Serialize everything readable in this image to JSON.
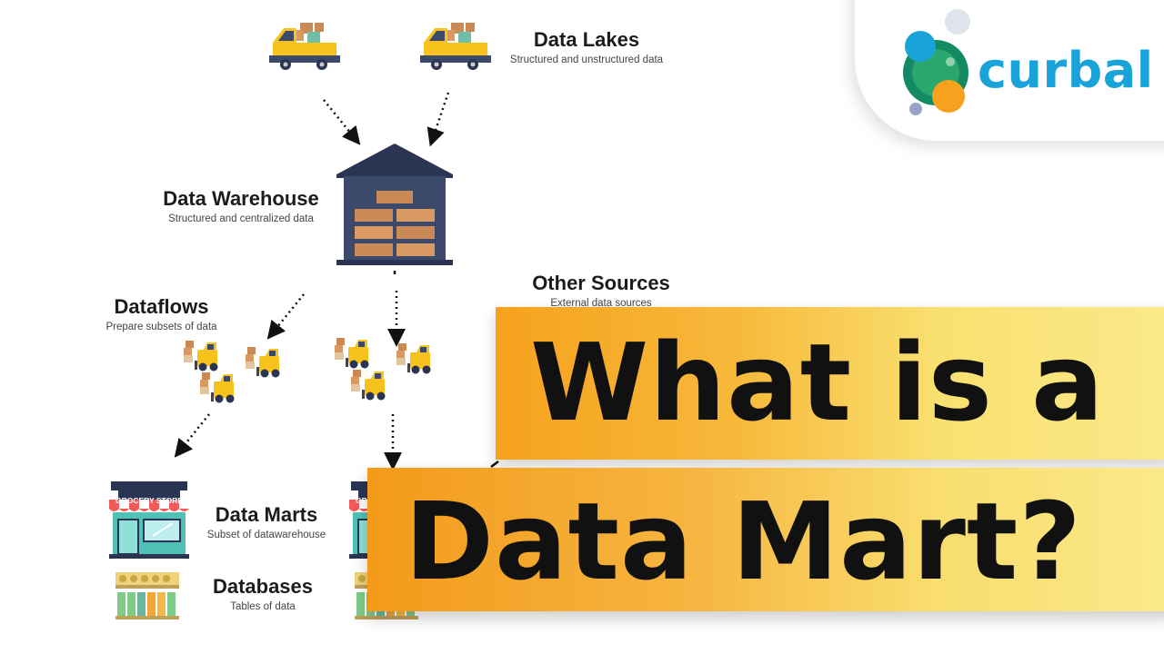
{
  "nodes": {
    "data_lakes": {
      "title": "Data Lakes",
      "subtitle": "Structured and unstructured data"
    },
    "data_warehouse": {
      "title": "Data Warehouse",
      "subtitle": "Structured and centralized data"
    },
    "dataflows": {
      "title": "Dataflows",
      "subtitle": "Prepare subsets of data"
    },
    "other_sources": {
      "title": "Other Sources",
      "subtitle": "External data sources"
    },
    "data_marts": {
      "title": "Data Marts",
      "subtitle": "Subset of datawarehouse"
    },
    "databases": {
      "title": "Databases",
      "subtitle": "Tables of data"
    }
  },
  "store_sign": "GROCERY STORE",
  "logo": {
    "text": "curbal"
  },
  "headline": {
    "line1": "What is a",
    "line2": "Data Mart?"
  },
  "colors": {
    "truck_yellow": "#f7c21b",
    "warehouse_navy": "#2b3553",
    "box_brown": "#c98a55",
    "store_teal": "#4fc1b5",
    "logo_blue": "#1aa3d9",
    "banner_orange": "#f6a21e",
    "banner_yellow": "#fbe98a"
  },
  "icons": [
    "delivery-truck-icon",
    "warehouse-icon",
    "forklift-icon",
    "grocery-store-icon",
    "shelf-icon",
    "curbal-logo-icon"
  ]
}
